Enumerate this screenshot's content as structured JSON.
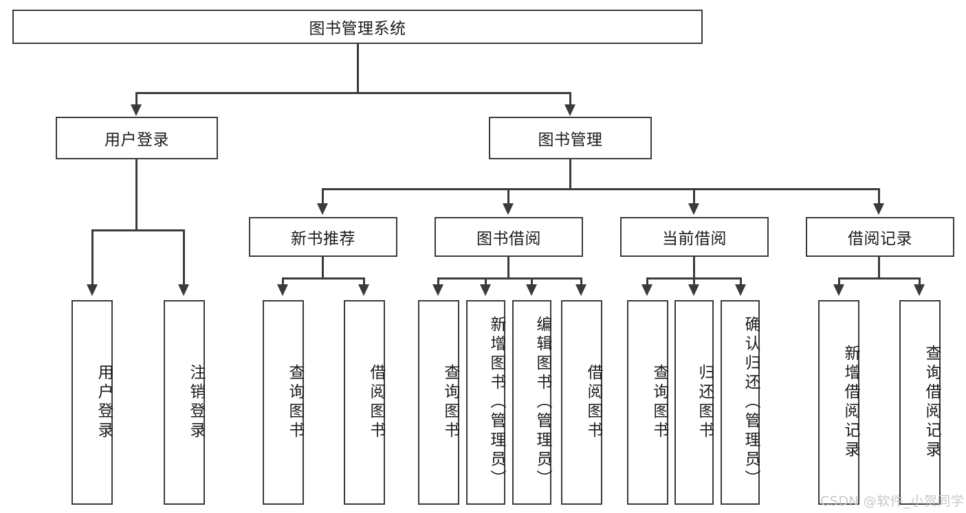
{
  "diagram": {
    "title": "图书管理系统",
    "type": "tree-hierarchy",
    "root": {
      "label": "图书管理系统"
    },
    "level2": [
      {
        "label": "用户登录"
      },
      {
        "label": "图书管理"
      }
    ],
    "level3": [
      {
        "label": "新书推荐"
      },
      {
        "label": "图书借阅"
      },
      {
        "label": "当前借阅"
      },
      {
        "label": "借阅记录"
      }
    ],
    "leaves": {
      "user_login": [
        {
          "label": "用户登录"
        },
        {
          "label": "注销登录"
        }
      ],
      "new_book_recommend": [
        {
          "label": "查询图书"
        },
        {
          "label": "借阅图书"
        }
      ],
      "book_borrow": [
        {
          "label": "查询图书"
        },
        {
          "label": "新增图书（管理员）"
        },
        {
          "label": "编辑图书（管理员）"
        },
        {
          "label": "借阅图书"
        }
      ],
      "current_borrow": [
        {
          "label": "查询图书"
        },
        {
          "label": "归还图书"
        },
        {
          "label": "确认归还（管理员）"
        }
      ],
      "borrow_record": [
        {
          "label": "新增借阅记录"
        },
        {
          "label": "查询借阅记录"
        }
      ]
    }
  },
  "watermark": {
    "text": "CSDN @软件_小贺同学"
  },
  "colors": {
    "stroke": "#3a3a3a",
    "text": "#1b1b1b",
    "background": "#ffffff",
    "watermark": "#c8c8c8"
  }
}
